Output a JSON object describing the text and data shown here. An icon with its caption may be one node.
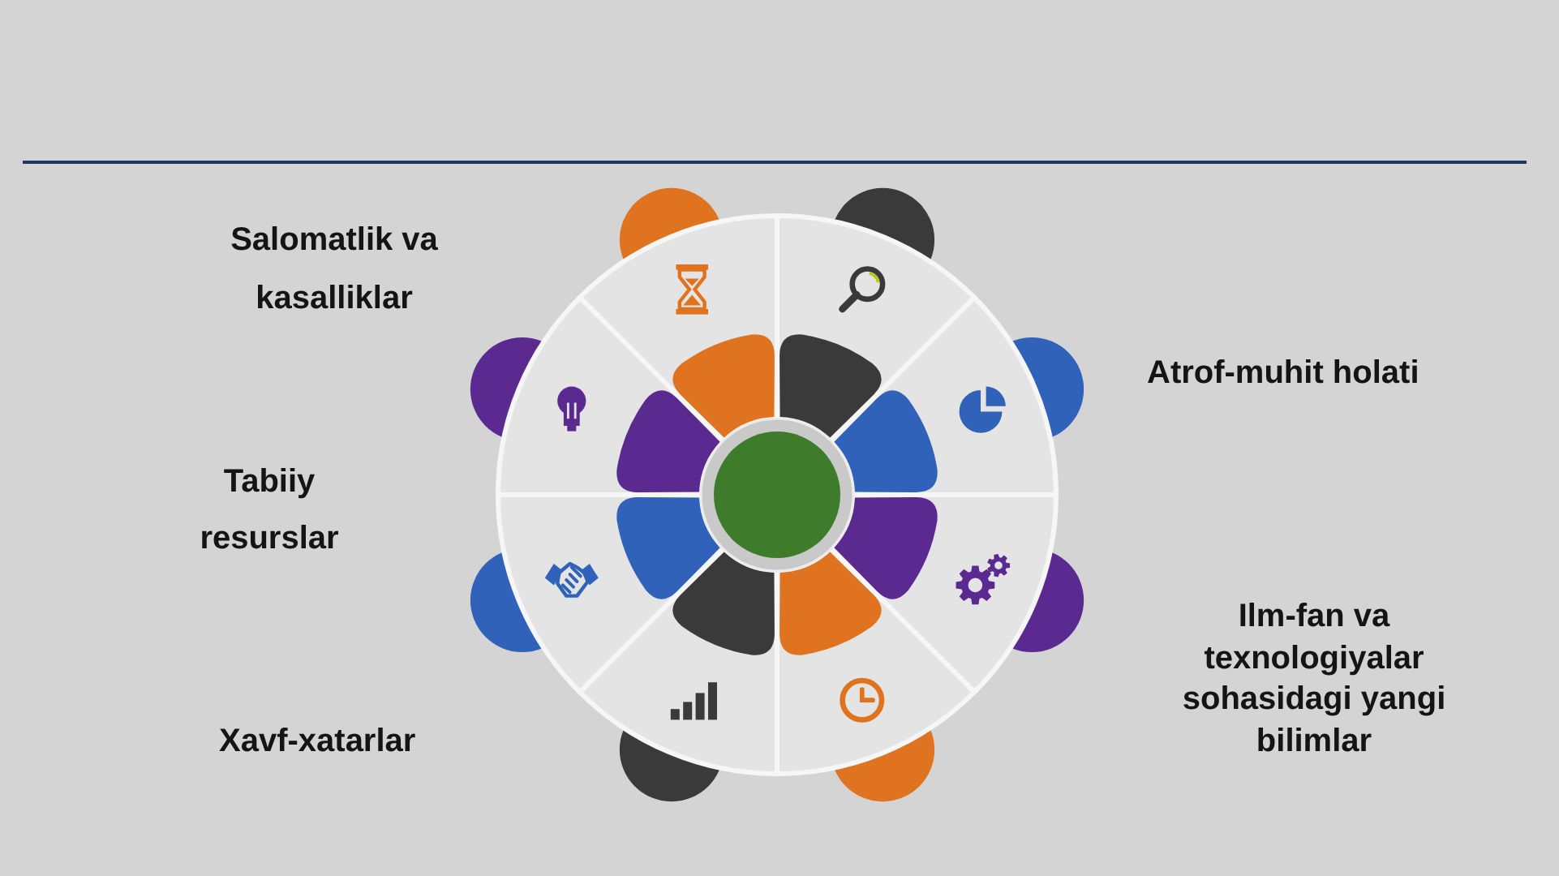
{
  "diagram": {
    "labels": [
      "Salomatlik va kasalliklar",
      "Atrof-muhit holati",
      "Tabiiy resurslar",
      "Ilm-fan va texnologiyalar sohasidagi yangi bilimlar",
      "Xavf-xatarlar"
    ]
  }
}
